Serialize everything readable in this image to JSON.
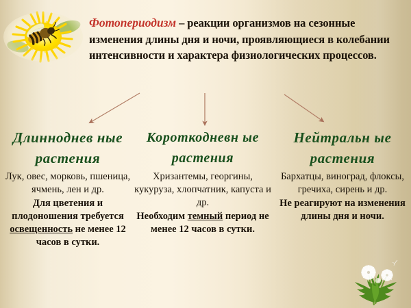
{
  "slide": {
    "background_color_center": "#faf2e0",
    "background_color_edge": "#c9ba93"
  },
  "header": {
    "term": "Фотопериодизм",
    "term_color": "#c3342b",
    "definition": " – реакции организмов на сезонные изменения длины дня и ночи, проявляющиеся в колебании интенсивности и характера физиологических процессов."
  },
  "images": {
    "bee_photo": "bee-on-dandelion-flower-photo",
    "dandelion_plant": "dandelion-seedhead-plant-image"
  },
  "arrows": {
    "color": "#b07a63",
    "left": "arrow-to-long-day-plants",
    "center": "arrow-to-short-day-plants",
    "right": "arrow-to-neutral-plants"
  },
  "columns": [
    {
      "id": "long-day",
      "title": "Длинноднев ные растения",
      "title_color": "#19501d",
      "examples": "Лук, овес, морковь, пшеница, ячмень, лен и др.",
      "note_before": "Для цветения и плодоношения требуется ",
      "note_underlined": "освещенность",
      "note_after": " не менее 12 часов в сутки."
    },
    {
      "id": "short-day",
      "title": "Короткодневн ые растения",
      "title_color": "#19501d",
      "examples": "Хризантемы, георгины, кукуруза, хлопчатник, капуста и др.",
      "note_before": "Необходим ",
      "note_underlined": "темный",
      "note_after": " период не менее 12 часов в сутки."
    },
    {
      "id": "neutral",
      "title": "Нейтральн ые растения",
      "title_color": "#19501d",
      "examples": "Бархатцы, виноград, флоксы, гречиха, сирень и др.",
      "note_before": "",
      "note_underlined": "",
      "note_after": "Не реагируют на изменения  длины дня и ночи."
    }
  ]
}
